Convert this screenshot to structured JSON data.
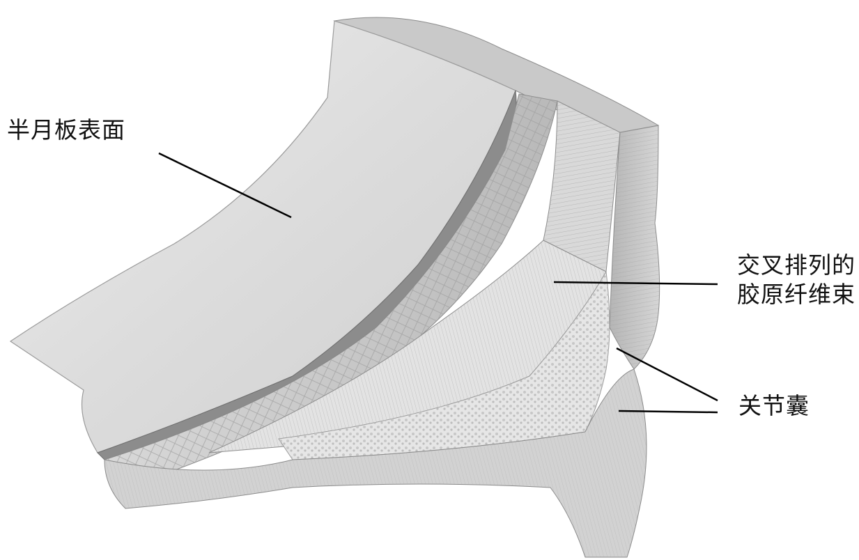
{
  "labels": {
    "meniscus_surface": "半月板表面",
    "collagen_line1": "交叉排列的",
    "collagen_line2": "胶原纤维束",
    "joint_capsule": "关节囊"
  }
}
